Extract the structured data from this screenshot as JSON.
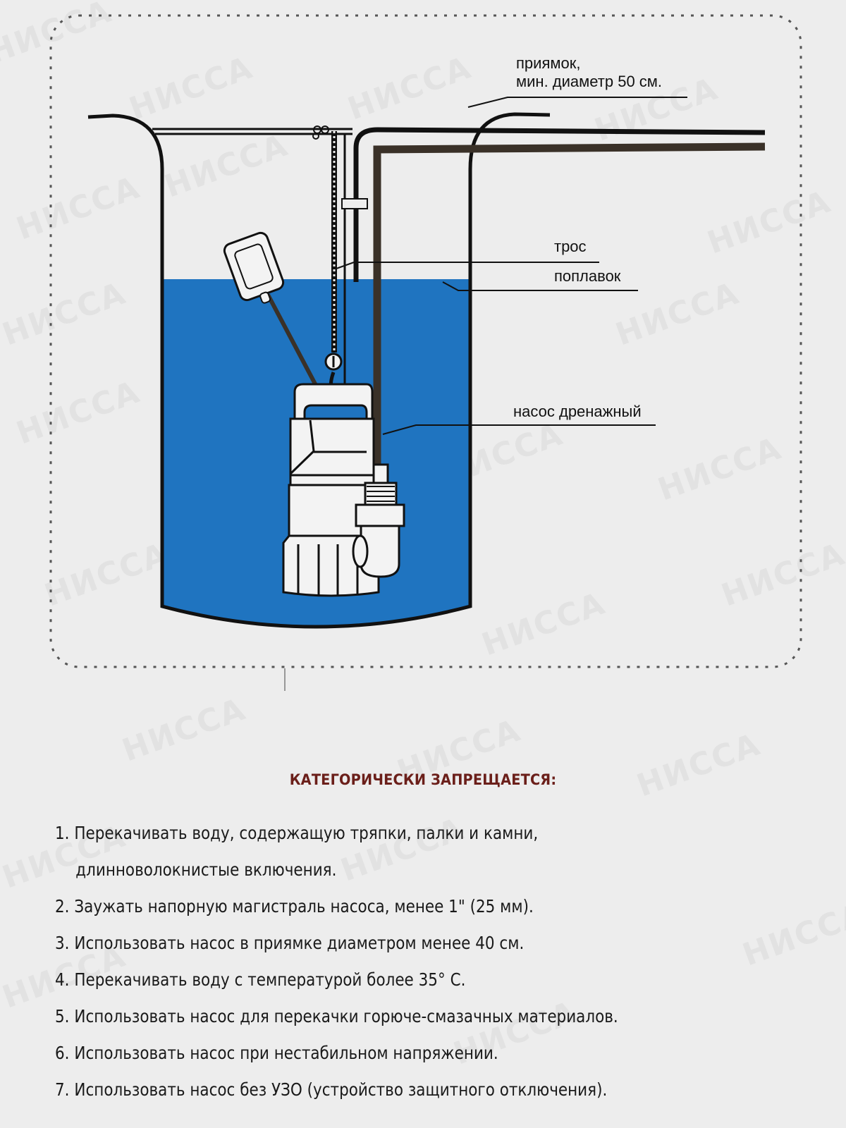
{
  "diagram": {
    "labels": {
      "pit_line1": "приямок,",
      "pit_line2": "мин. диаметр 50 см.",
      "rope": "трос",
      "float": "поплавок",
      "pump": "насос дренажный"
    },
    "colors": {
      "water": "#1f74c0",
      "pipe": "#3a3128",
      "outline": "#111111",
      "background": "#ededed"
    },
    "watermark_text": "НИССА"
  },
  "warnings": {
    "title": "КАТЕГОРИЧЕСКИ ЗАПРЕЩАЕТСЯ:",
    "title_color": "#6b1f1a",
    "items": [
      {
        "num": "1.",
        "text": "Перекачивать воду, содержащую тряпки, палки и камни,",
        "text_cont": "длинноволокнистые включения."
      },
      {
        "num": "2.",
        "text": "Заужать напорную магистраль насоса, менее 1\" (25 мм)."
      },
      {
        "num": "3.",
        "text": "Использовать насос в приямке диаметром менее 40 см."
      },
      {
        "num": "4.",
        "text": "Перекачивать воду с температурой более 35° С."
      },
      {
        "num": "5.",
        "text": "Использовать насос для перекачки горюче-смазачных материалов."
      },
      {
        "num": "6.",
        "text": "Использовать насос при нестабильном напряжении."
      },
      {
        "num": "7.",
        "text": "Использовать насос без УЗО (устройство защитного отключения)."
      }
    ]
  }
}
